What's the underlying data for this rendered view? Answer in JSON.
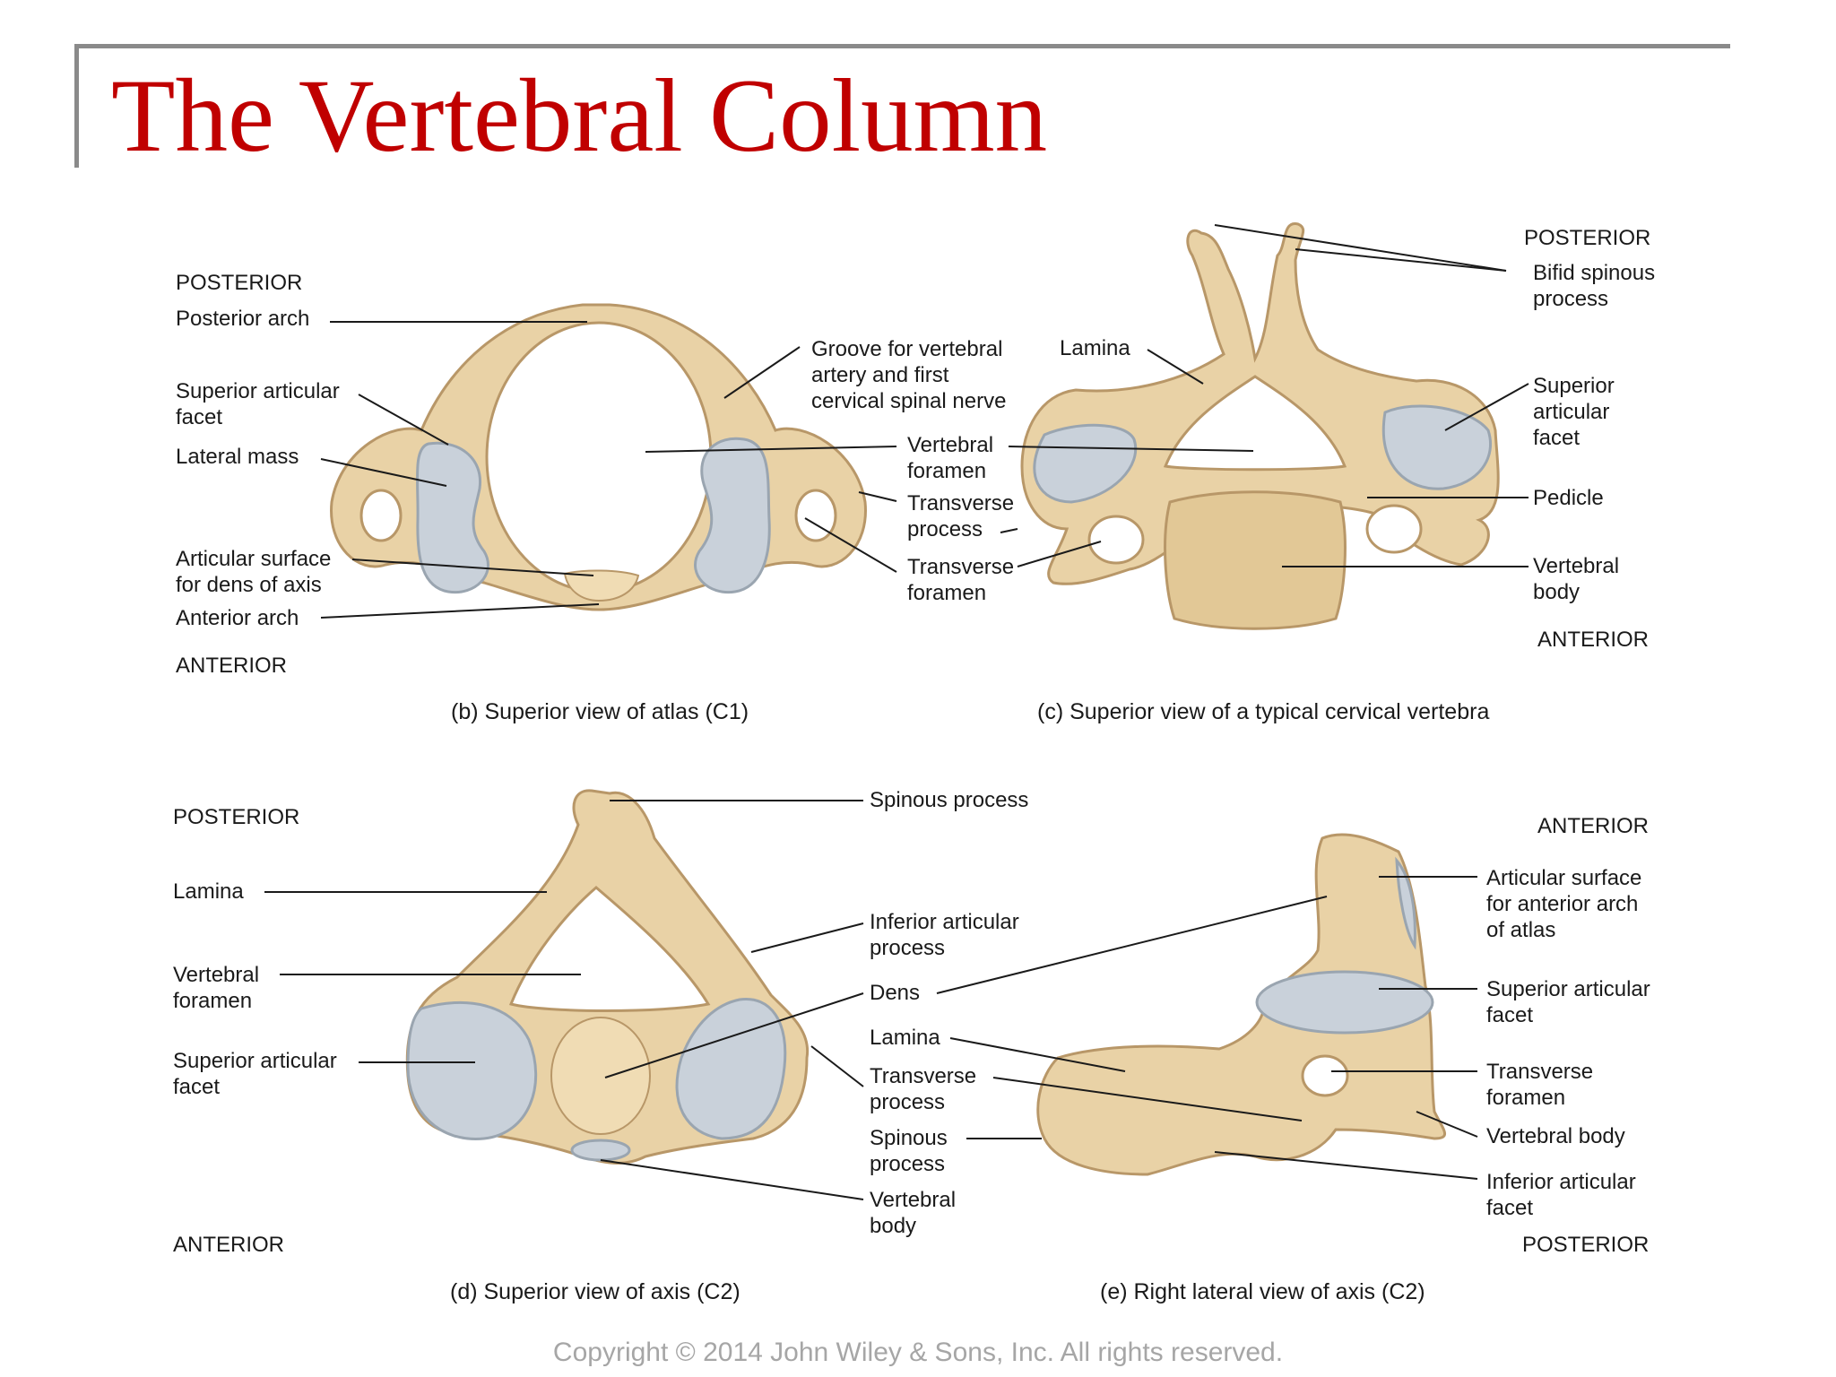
{
  "slide": {
    "title": "The Vertebral Column",
    "copyright": "Copyright © 2014 John Wiley & Sons, Inc. All rights reserved."
  },
  "panel_b": {
    "caption": "(b) Superior view of atlas (C1)",
    "posterior": "POSTERIOR",
    "anterior": "ANTERIOR",
    "labels": {
      "posterior_arch": "Posterior arch",
      "superior_articular_facet": "Superior articular\nfacet",
      "lateral_mass": "Lateral mass",
      "articular_surface_dens": "Articular surface\nfor dens of axis",
      "anterior_arch": "Anterior arch",
      "groove": "Groove for vertebral\nartery and first\ncervical spinal nerve",
      "vertebral_foramen": "Vertebral\nforamen",
      "transverse_process": "Transverse\nprocess",
      "transverse_foramen": "Transverse\nforamen"
    }
  },
  "panel_c": {
    "caption": "(c) Superior view of a typical cervical vertebra",
    "posterior": "POSTERIOR",
    "anterior": "ANTERIOR",
    "labels": {
      "bifid_spinous_process": "Bifid spinous\nprocess",
      "lamina": "Lamina",
      "superior_articular_facet": "Superior\narticular\nfacet",
      "pedicle": "Pedicle",
      "vertebral_body": "Vertebral\nbody"
    }
  },
  "panel_d": {
    "caption": "(d) Superior view of axis (C2)",
    "posterior": "POSTERIOR",
    "anterior": "ANTERIOR",
    "labels": {
      "lamina": "Lamina",
      "vertebral_foramen": "Vertebral\nforamen",
      "superior_articular_facet": "Superior articular\nfacet",
      "spinous_process": "Spinous process",
      "inferior_articular_process": "Inferior articular\nprocess",
      "dens": "Dens",
      "lamina_2": "Lamina",
      "transverse_process": "Transverse\nprocess",
      "spinous_process_2": "Spinous\nprocess",
      "vertebral_body": "Vertebral\nbody"
    }
  },
  "panel_e": {
    "caption": "(e) Right lateral view of axis (C2)",
    "anterior": "ANTERIOR",
    "posterior": "POSTERIOR",
    "labels": {
      "articular_surface_anterior_arch": "Articular surface\nfor anterior arch\nof atlas",
      "superior_articular_facet": "Superior articular\nfacet",
      "transverse_foramen": "Transverse\nforamen",
      "vertebral_body": "Vertebral body",
      "inferior_articular_facet": "Inferior articular\nfacet"
    }
  },
  "colors": {
    "title": "#c00000",
    "bone": "#e9d2a6",
    "cartilage": "#c9d1da",
    "copyright": "#a6a6a6"
  }
}
